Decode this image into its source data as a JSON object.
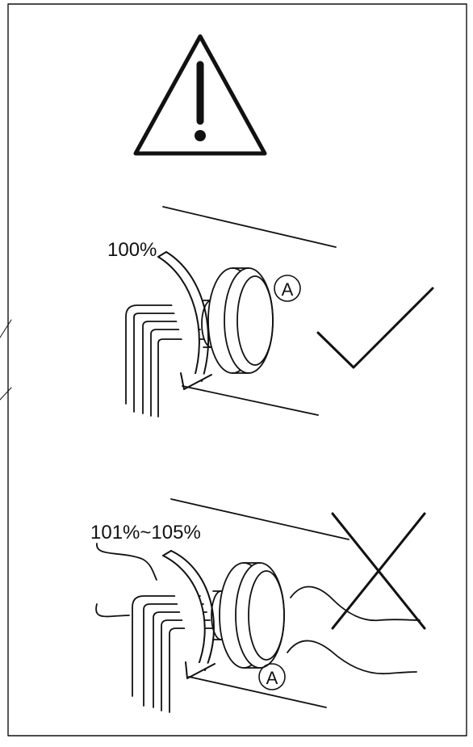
{
  "panel_top": {
    "label_percent": "100%",
    "marker_letter": "A",
    "result_icon": "checkmark-icon"
  },
  "panel_bottom": {
    "label_percent": "101%~105%",
    "marker_letter": "A",
    "result_icon": "cross-icon"
  },
  "warning_icon": "warning-triangle-icon",
  "colors": {
    "ink": "#111111",
    "background": "#ffffff"
  }
}
